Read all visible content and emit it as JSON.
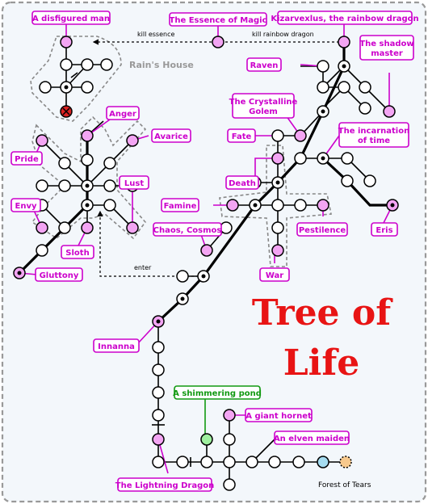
{
  "title": {
    "line1": "Tree of",
    "line2": "Life"
  },
  "labels": {
    "disfigured_man": "A disfigured man",
    "essence_of_magic": "The Essence of Magic",
    "kizarvexlus": "Kizarvexlus, the rainbow dragon",
    "raven": "Raven",
    "shadow_master_l1": "The shadow",
    "shadow_master_l2": "master",
    "anger": "Anger",
    "avarice": "Avarice",
    "crystalline_l1": "The Crystalline",
    "crystalline_l2": "Golem",
    "fate": "Fate",
    "incarnation_l1": "The incarnation",
    "incarnation_l2": "of time",
    "pride": "Pride",
    "lust": "Lust",
    "death": "Death",
    "famine": "Famine",
    "envy": "Envy",
    "chaos_cosmos": "Chaos, Cosmos",
    "pestilence": "Pestilence",
    "eris": "Eris",
    "sloth": "Sloth",
    "gluttony": "Gluttony",
    "war": "War",
    "innanna": "Innanna",
    "shimmering_pond": "A shimmering pond",
    "giant_hornet": "A giant hornet",
    "elven_maiden": "An elven maiden",
    "lightning_dragon": "The Lightning Dragon"
  },
  "annotations": {
    "kill_essence": "kill essence",
    "kill_rainbow_dragon": "kill rainbow dragon",
    "rains_house": "Rain's House",
    "enter": "enter",
    "forest_of_tears": "Forest of Tears"
  },
  "colors": {
    "label_magenta": "#cc00cc",
    "title_red": "#e81414",
    "pond_green": "#119911",
    "node_pink": "#f3a5f3",
    "node_green": "#9ff09f",
    "node_blue": "#a5dcf0",
    "node_orange": "#f7c98d",
    "exit_red": "#dd2222"
  },
  "icons": {
    "rains_house_exit": "x-circle-icon",
    "arrow": "arrow-icon"
  }
}
